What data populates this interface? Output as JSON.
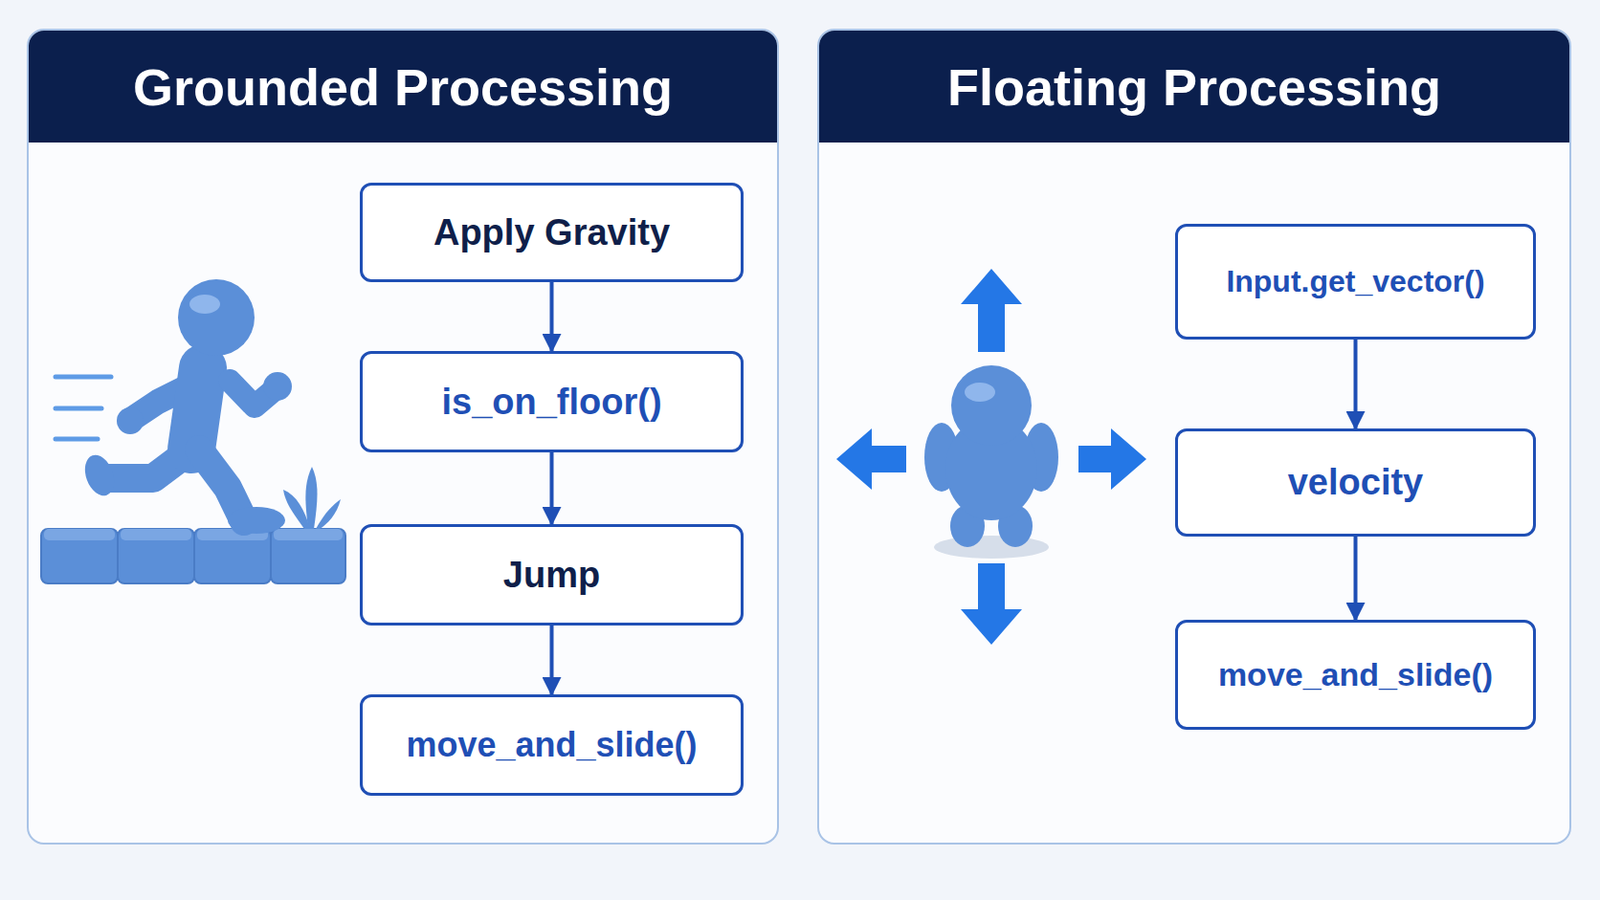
{
  "diagram": {
    "nodes": [
      {
        "text": [
          "Grounded Processing"
        ]
      },
      {
        "text": [
          "Apply Gravity"
        ],
        "in": 0
      },
      {
        "text": [
          "is_on_floor()"
        ],
        "in": 0
      },
      {
        "text": [
          "Jump"
        ],
        "in": 0
      },
      {
        "text": [
          "move_and_slide()"
        ],
        "in": 0
      },
      {
        "text": [
          "Floating Processing"
        ]
      },
      {
        "text": [
          "Input.get_vector()"
        ],
        "in": 5
      },
      {
        "text": [
          "velocity"
        ],
        "in": 5
      },
      {
        "text": [
          "move_and_slide()"
        ],
        "in": 5
      }
    ],
    "edges": [
      {
        "from": 1,
        "to": 2,
        "arrow": "to"
      },
      {
        "from": 2,
        "to": 3,
        "arrow": "to"
      },
      {
        "from": 3,
        "to": 4,
        "arrow": "to"
      },
      {
        "from": 6,
        "to": 7,
        "arrow": "to"
      },
      {
        "from": 7,
        "to": 8,
        "arrow": "to"
      }
    ]
  }
}
